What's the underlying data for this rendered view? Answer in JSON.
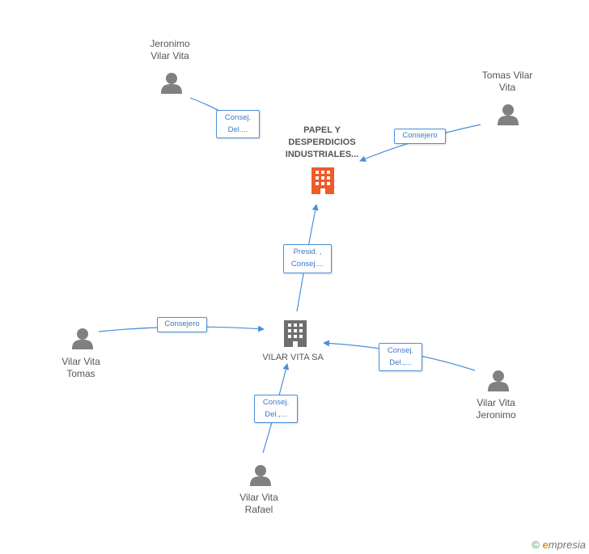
{
  "colors": {
    "edge": "#4a90d9",
    "person": "#808080",
    "building_main": "#f05a28",
    "building": "#6e6e6e"
  },
  "nodes": {
    "main": {
      "name_lines": [
        "PAPEL Y",
        "DESPERDICIOS",
        "INDUSTRIALES..."
      ],
      "icon": "building-icon"
    },
    "vilar": {
      "name": "VILAR VITA SA",
      "icon": "building-icon"
    },
    "p1": {
      "lines": [
        "Jeronimo",
        "Vilar Vita"
      ],
      "icon": "person-icon"
    },
    "p2": {
      "lines": [
        "Tomas Vilar",
        "Vita"
      ],
      "icon": "person-icon"
    },
    "p3": {
      "lines": [
        "Vilar Vita",
        "Tomas"
      ],
      "icon": "person-icon"
    },
    "p4": {
      "lines": [
        "Vilar Vita",
        "Jeronimo"
      ],
      "icon": "person-icon"
    },
    "p5": {
      "lines": [
        "Vilar Vita",
        "Rafael"
      ],
      "icon": "person-icon"
    }
  },
  "edges": {
    "e1": {
      "lines": [
        "Consej.",
        "Del...."
      ]
    },
    "e2": {
      "lines": [
        "Consejero"
      ]
    },
    "e3": {
      "lines": [
        "Presid. ,",
        "Consej...."
      ]
    },
    "e4": {
      "lines": [
        "Consejero"
      ]
    },
    "e5": {
      "lines": [
        "Consej.",
        "Del.,..."
      ]
    },
    "e6": {
      "lines": [
        "Consej.",
        "Del.,..."
      ]
    }
  },
  "footer": {
    "copyright": "©",
    "brand_e": "e",
    "brand_rest": "mpresia"
  }
}
